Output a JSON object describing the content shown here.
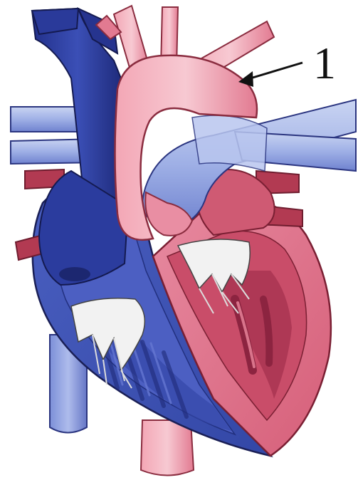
{
  "diagram": {
    "subject": "heart-cross-section",
    "callouts": [
      {
        "label": "1",
        "target": "aortic-arch"
      }
    ],
    "colors": {
      "oxygenated": "#e8798f",
      "oxygenated_light": "#f6c3cd",
      "oxygenated_dark": "#b23a52",
      "deoxygenated": "#3c4fb0",
      "deoxygenated_light": "#9fb0e6",
      "deoxygenated_dark": "#1f2a78",
      "valve": "#f2f2f2",
      "outline": "#1a1a2e"
    }
  }
}
